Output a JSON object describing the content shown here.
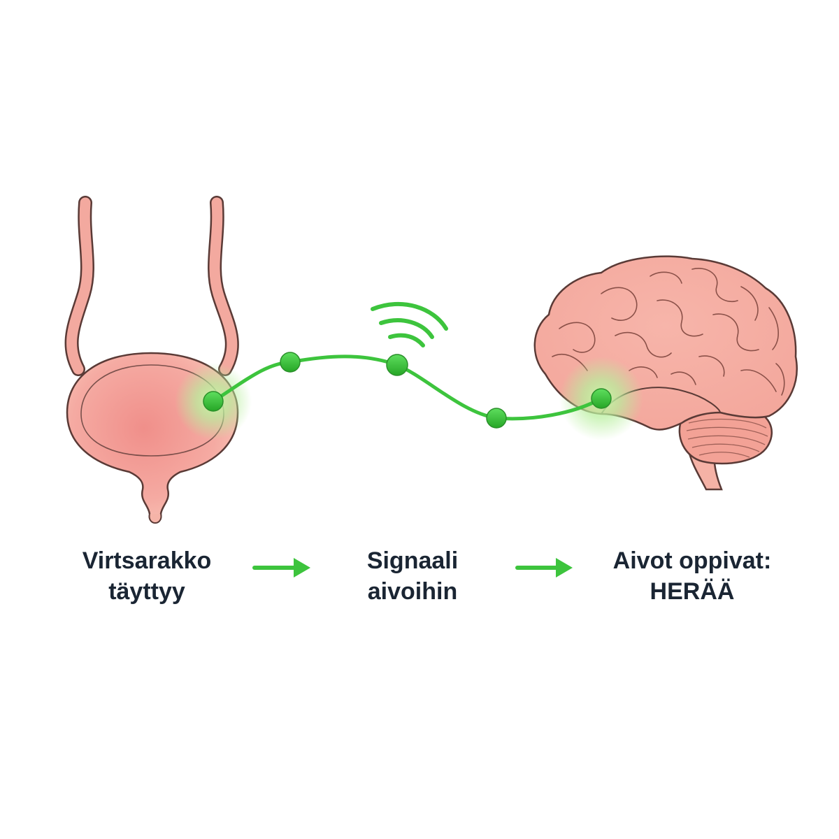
{
  "steps": [
    {
      "line1": "Virtsarakko",
      "line2": "täyttyy"
    },
    {
      "line1": "Signaali",
      "line2": "aivoihin"
    },
    {
      "line1": "Aivot oppivat:",
      "line2": "HERÄÄ"
    }
  ],
  "colors": {
    "organ_fill": "#f4aaa0",
    "organ_outline": "#5a3a36",
    "signal_green": "#3dc43d",
    "text_dark": "#1a2533"
  },
  "icons": [
    "bladder-icon",
    "brain-icon",
    "signal-waves-icon",
    "arrow-right-icon"
  ]
}
